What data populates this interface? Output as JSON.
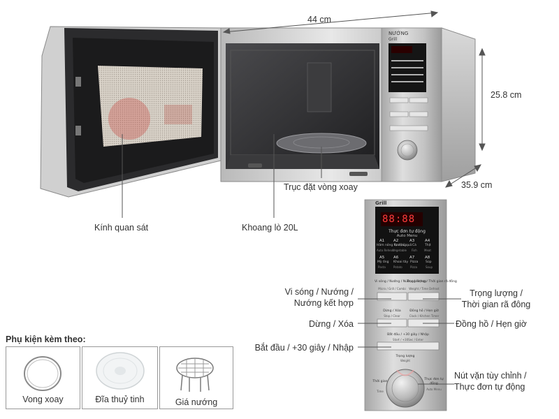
{
  "dimensions": {
    "width": "44 cm",
    "height": "25.8 cm",
    "depth": "35.9 cm"
  },
  "oven_labels": {
    "window": "Kính quan sát",
    "cavity": "Khoang lò 20L",
    "turntable_shaft": "Trục đặt vòng xoay"
  },
  "panel_labels": {
    "microwave_grill": "Vi sóng / Nướng /\nNướng kết hợp",
    "weight_defrost": "Trọng lượng /\nThời gian rã đông",
    "stop_clear": "Dừng / Xóa",
    "clock_timer": "Đồng hồ / Hẹn giờ",
    "start": "Bắt đầu / +30 giây / Nhập",
    "knob": "Nút vặn tùy chỉnh /\nThực đơn tự động"
  },
  "panel_device": {
    "brand": "NƯỚNG",
    "brand_sub": "Grill",
    "panel_top_fragment": "Grill",
    "display_digits": "88:88",
    "auto_menu_title": "Thực đơn tự động",
    "auto_menu_sub": "Auto Menu",
    "codes": [
      "A1",
      "A2",
      "A3",
      "A4",
      "A5",
      "A6",
      "A7",
      "A8"
    ],
    "code_names": [
      "Hâm nóng tự động",
      "Rau củ quả",
      "Cá",
      "Thịt",
      "Mỳ ống",
      "Khoai tây",
      "Pizza",
      "Súp"
    ],
    "code_names_en": [
      "Auto Reheat",
      "Vegetable",
      "Fish",
      "Meat",
      "Pasta",
      "Potato",
      "Pizza",
      "Soup"
    ],
    "btn_micro_grill": "Vi sóng / Nướng / Nướng kết hợp",
    "btn_micro_grill_en": "Micro / Grill / Combi",
    "btn_weight": "Trọng lượng / Thời gian rã đông",
    "btn_weight_en": "Weight / Time Defrost",
    "btn_stop": "Dừng / Xóa",
    "btn_stop_en": "Stop / Clear",
    "btn_clock": "Đồng hồ / Hẹn giờ",
    "btn_clock_en": "Clock / Kitchen Timer",
    "btn_start": "Bắt đầu / +30 giây / Nhập",
    "btn_start_en": "Start / +30Sec / Enter",
    "knob_top": "Trọng lượng",
    "knob_top_en": "Weight",
    "knob_left": "Thời gian",
    "knob_left_en": "Time",
    "knob_right": "Thực đơn tự động",
    "knob_right_en": "Auto Menu"
  },
  "accessories": {
    "title": "Phụ kiện kèm theo:",
    "items": [
      {
        "name": "Vong xoay"
      },
      {
        "name": "Đĩa thuỷ tinh"
      },
      {
        "name": "Giá nướng"
      }
    ]
  },
  "colors": {
    "label_text": "#333333",
    "leader_line": "#555555",
    "steel": "#c8c8c8",
    "cavity": "#2e2e30",
    "display_red": "#ff3b3b"
  }
}
